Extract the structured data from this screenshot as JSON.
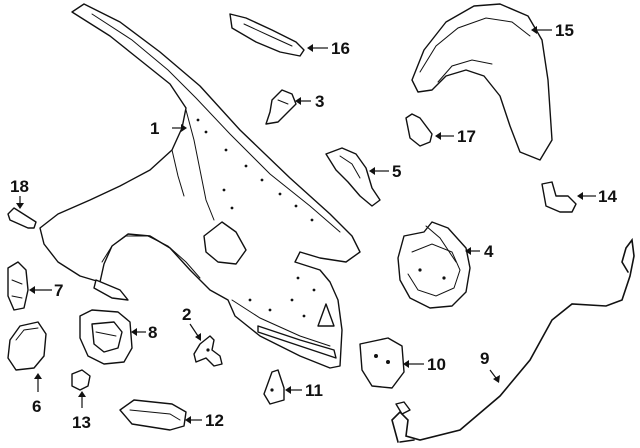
{
  "callouts": [
    {
      "id": "1",
      "label": "1"
    },
    {
      "id": "2",
      "label": "2"
    },
    {
      "id": "3",
      "label": "3"
    },
    {
      "id": "4",
      "label": "4"
    },
    {
      "id": "5",
      "label": "5"
    },
    {
      "id": "6",
      "label": "6"
    },
    {
      "id": "7",
      "label": "7"
    },
    {
      "id": "8",
      "label": "8"
    },
    {
      "id": "9",
      "label": "9"
    },
    {
      "id": "10",
      "label": "10"
    },
    {
      "id": "11",
      "label": "11"
    },
    {
      "id": "12",
      "label": "12"
    },
    {
      "id": "13",
      "label": "13"
    },
    {
      "id": "14",
      "label": "14"
    },
    {
      "id": "15",
      "label": "15"
    },
    {
      "id": "16",
      "label": "16"
    },
    {
      "id": "17",
      "label": "17"
    },
    {
      "id": "18",
      "label": "18"
    }
  ],
  "colors": {
    "line": "#111111",
    "background": "#ffffff",
    "shade": "#d9d9d9"
  }
}
